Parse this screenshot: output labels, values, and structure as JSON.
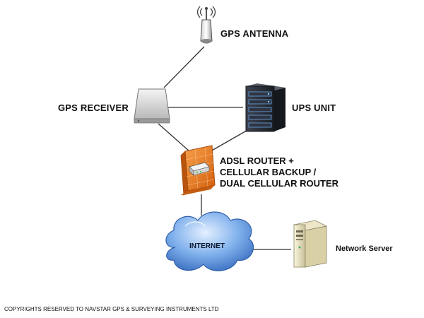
{
  "nodes": {
    "antenna": {
      "label": "GPS ANTENNA"
    },
    "receiver": {
      "label": "GPS RECEIVER"
    },
    "ups": {
      "label": "UPS UNIT"
    },
    "router": {
      "label_lines": [
        "ADSL ROUTER +",
        "CELLULAR BACKUP /",
        "DUAL CELLULAR ROUTER"
      ]
    },
    "internet": {
      "label": "INTERNET"
    },
    "server": {
      "label": "Network Server"
    }
  },
  "footer": {
    "copyright": "COPYRIGHTS RESERVED TO NAVSTAR GPS & SURVEYING INSTRUMENTS LTD"
  },
  "colors": {
    "line": "#333333",
    "router_orange": "#e8731c",
    "cloud_blue": "#5b8fd6",
    "server_dark": "#2a2f38"
  }
}
